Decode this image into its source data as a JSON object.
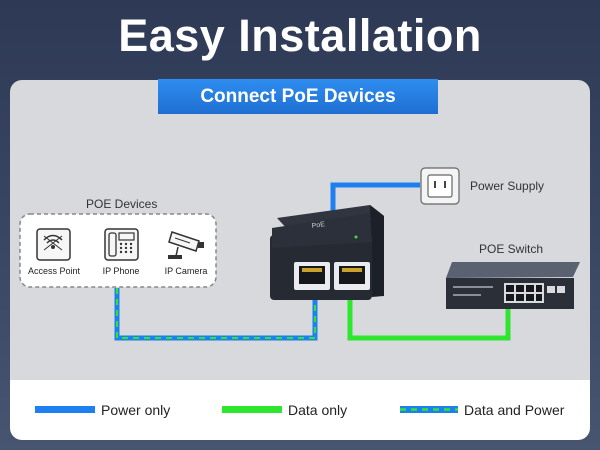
{
  "header": {
    "title": "Easy Installation"
  },
  "banner": {
    "label": "Connect PoE Devices"
  },
  "poe_devices": {
    "heading": "POE Devices",
    "items": [
      {
        "label": "Access Point",
        "icon": "access-point-icon"
      },
      {
        "label": "IP Phone",
        "icon": "phone-icon"
      },
      {
        "label": "IP Camera",
        "icon": "camera-icon"
      }
    ]
  },
  "power_supply": {
    "label": "Power Supply",
    "icon": "power-outlet-icon"
  },
  "poe_switch": {
    "label": "POE Switch",
    "icon": "switch-icon"
  },
  "injector": {
    "icon": "poe-injector-icon"
  },
  "legend": {
    "items": [
      {
        "label": "Power only",
        "color": "#1e7ff0",
        "style": "solid"
      },
      {
        "label": "Data only",
        "color": "#2ee62e",
        "style": "solid"
      },
      {
        "label": "Data and Power",
        "color": "#1e7ff0",
        "dash_color": "#2ee62e",
        "style": "dashed"
      }
    ]
  }
}
